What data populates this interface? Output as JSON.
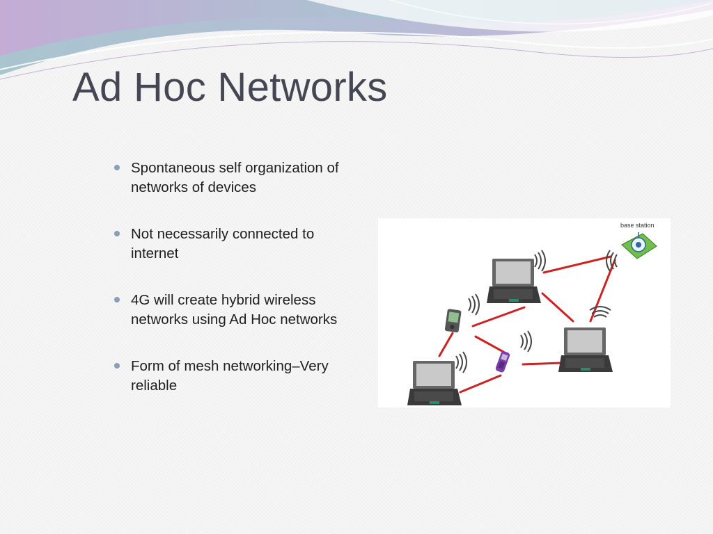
{
  "slide": {
    "title": "Ad Hoc Networks",
    "bullets": [
      "Spontaneous self organization of networks of devices",
      "Not necessarily connected to internet",
      "4G will create hybrid wireless networks using Ad Hoc networks",
      "Form of mesh networking–Very reliable"
    ]
  },
  "diagram": {
    "base_station_label": "base station",
    "link_color": "#cc2222",
    "nodes": [
      "base-station",
      "laptop",
      "laptop",
      "laptop",
      "pda",
      "mobile-phone"
    ]
  },
  "theme": {
    "title_color": "#454553",
    "bullet_color": "#8a9fb5",
    "wave_colors": [
      "#b098c8",
      "#9fc3cf",
      "#c8b4d8"
    ]
  }
}
